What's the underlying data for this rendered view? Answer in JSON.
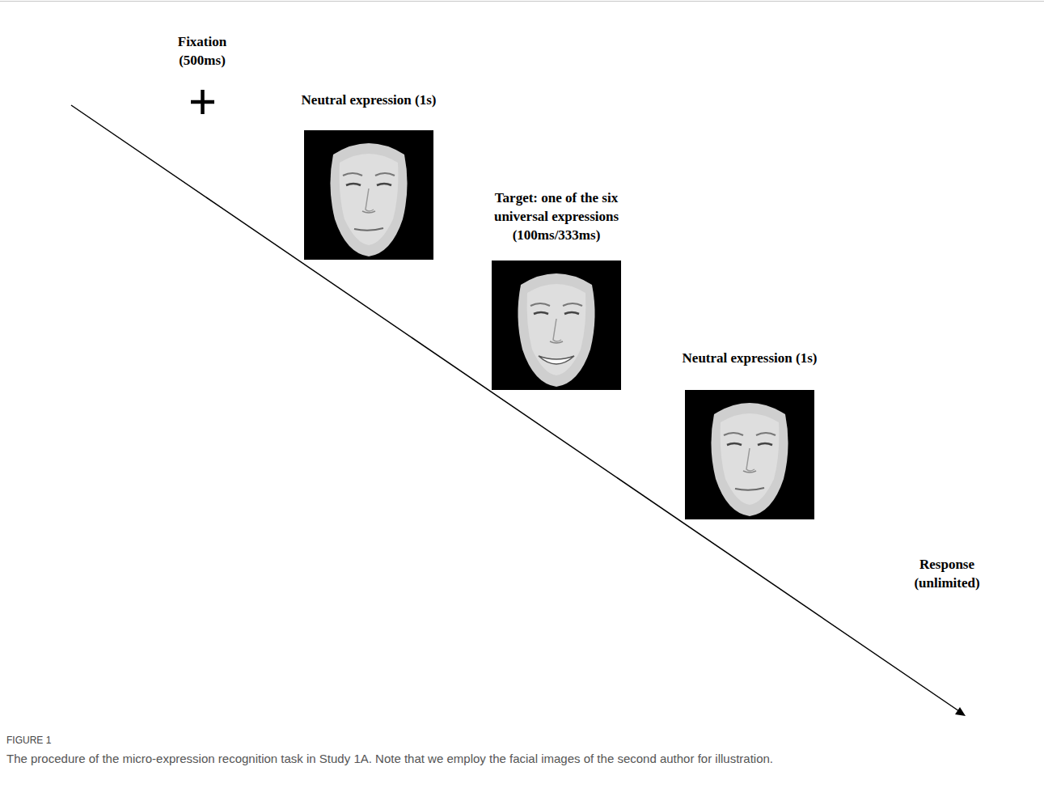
{
  "diagram": {
    "caption": "The procedure of the micro-expression recognition task in Study 1A. Note that we employ the facial images of the second author for illustration.",
    "nodes": [
      {
        "text": [
          "Neutral expression (1s)"
        ]
      },
      {
        "text": [
          "Target: one of the six universal expressions (100ms/333ms)"
        ]
      },
      {
        "text": [
          "Neutral expression (1s)"
        ]
      }
    ],
    "labels": [
      "Fixation (500ms)",
      "Response (unlimited)",
      "FIGURE 1"
    ]
  }
}
